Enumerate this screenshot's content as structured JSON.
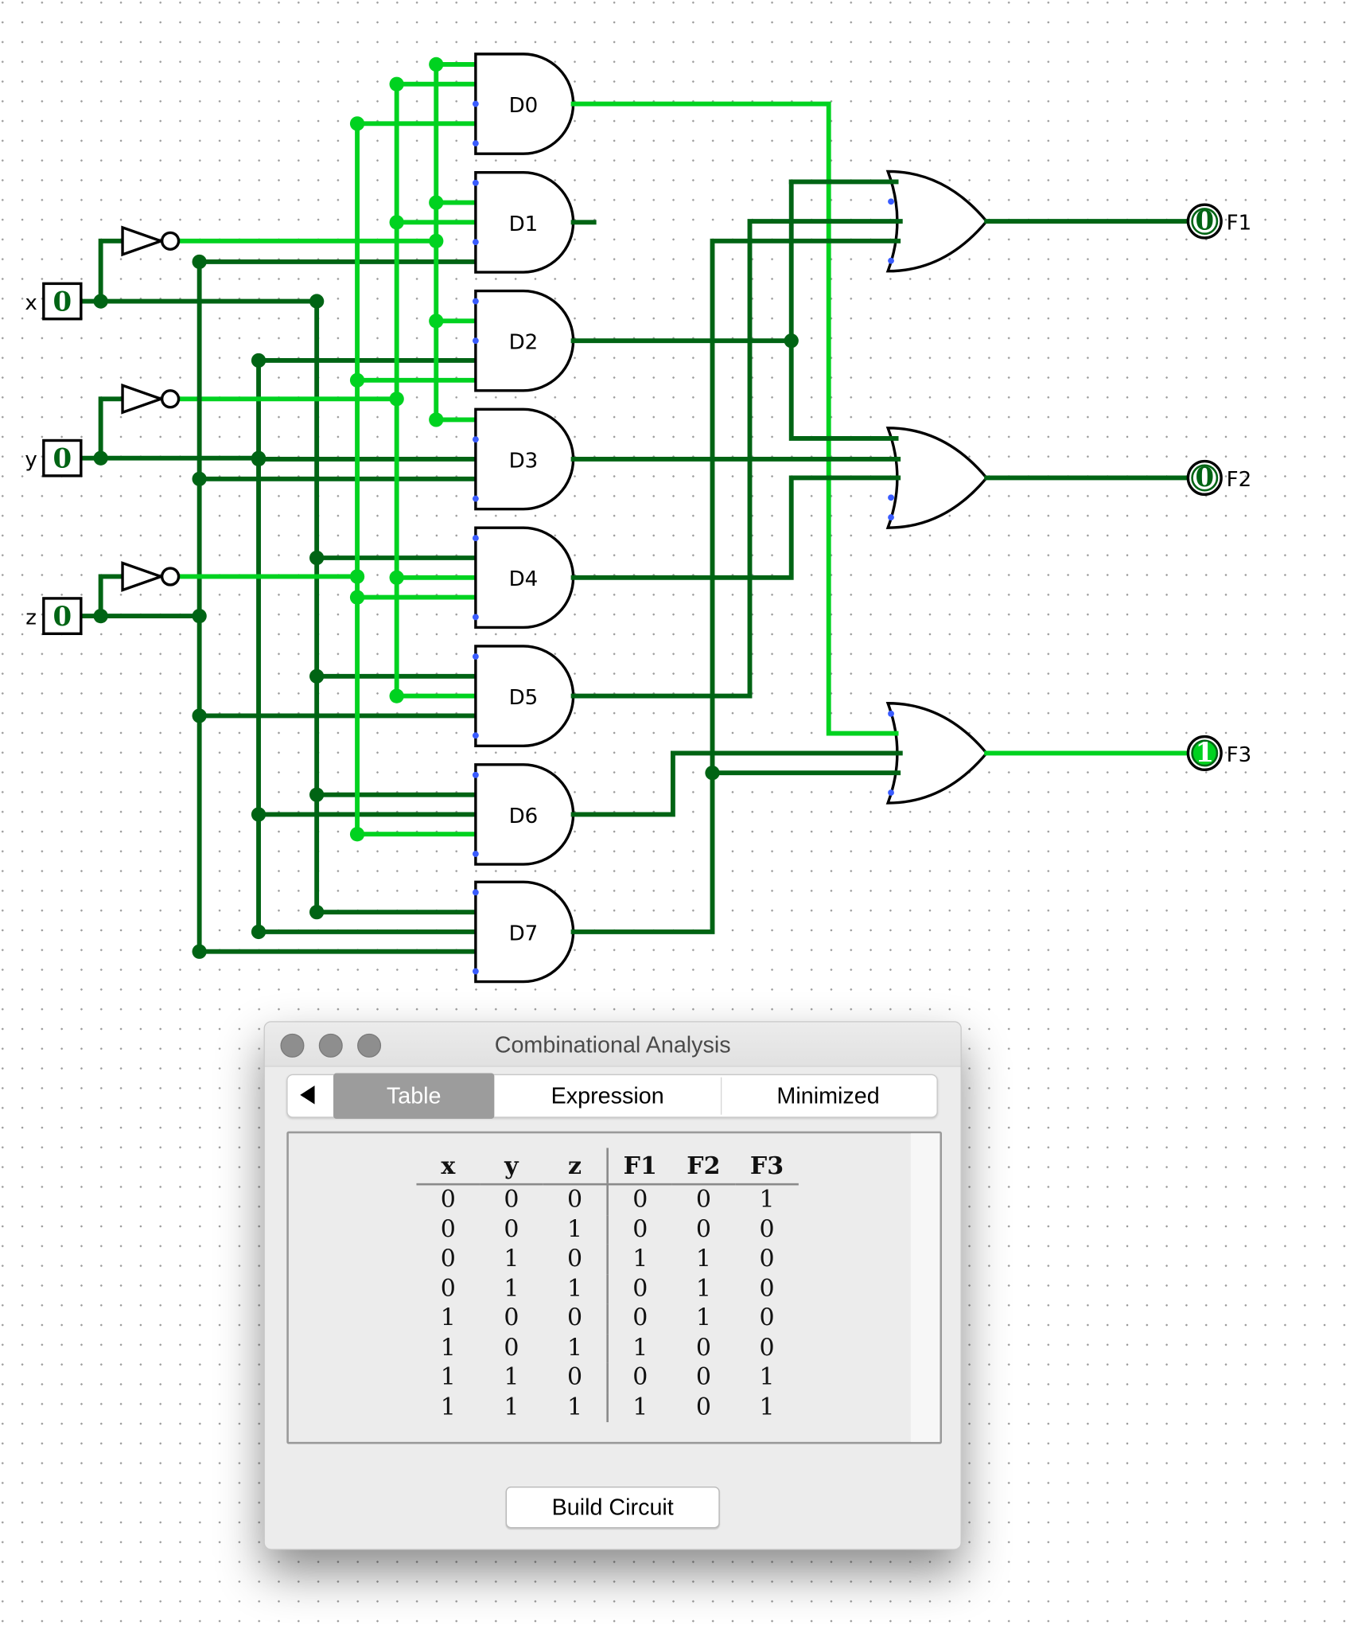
{
  "circuit": {
    "inputs": [
      {
        "name": "x",
        "value": "0"
      },
      {
        "name": "y",
        "value": "0"
      },
      {
        "name": "z",
        "value": "0"
      }
    ],
    "and_gates": [
      "D0",
      "D1",
      "D2",
      "D3",
      "D4",
      "D5",
      "D6",
      "D7"
    ],
    "outputs": [
      {
        "name": "F1",
        "value": "0"
      },
      {
        "name": "F2",
        "value": "0"
      },
      {
        "name": "F3",
        "value": "1"
      }
    ],
    "colors": {
      "wire_low": "#006414",
      "wire_high": "#00d220",
      "unconnected_pin": "#3a5cff",
      "gate_outline": "#000000"
    }
  },
  "dialog": {
    "title": "Combinational Analysis",
    "tabs": [
      {
        "label": "Table",
        "active": true
      },
      {
        "label": "Expression",
        "active": false
      },
      {
        "label": "Minimized",
        "active": false
      }
    ],
    "truth_table": {
      "input_headers": [
        "x",
        "y",
        "z"
      ],
      "output_headers": [
        "F1",
        "F2",
        "F3"
      ],
      "rows": [
        [
          "0",
          "0",
          "0",
          "0",
          "0",
          "1"
        ],
        [
          "0",
          "0",
          "1",
          "0",
          "0",
          "0"
        ],
        [
          "0",
          "1",
          "0",
          "1",
          "1",
          "0"
        ],
        [
          "0",
          "1",
          "1",
          "0",
          "1",
          "0"
        ],
        [
          "1",
          "0",
          "0",
          "0",
          "1",
          "0"
        ],
        [
          "1",
          "0",
          "1",
          "1",
          "0",
          "0"
        ],
        [
          "1",
          "1",
          "0",
          "0",
          "0",
          "1"
        ],
        [
          "1",
          "1",
          "1",
          "1",
          "0",
          "1"
        ]
      ]
    },
    "build_button_label": "Build Circuit"
  }
}
